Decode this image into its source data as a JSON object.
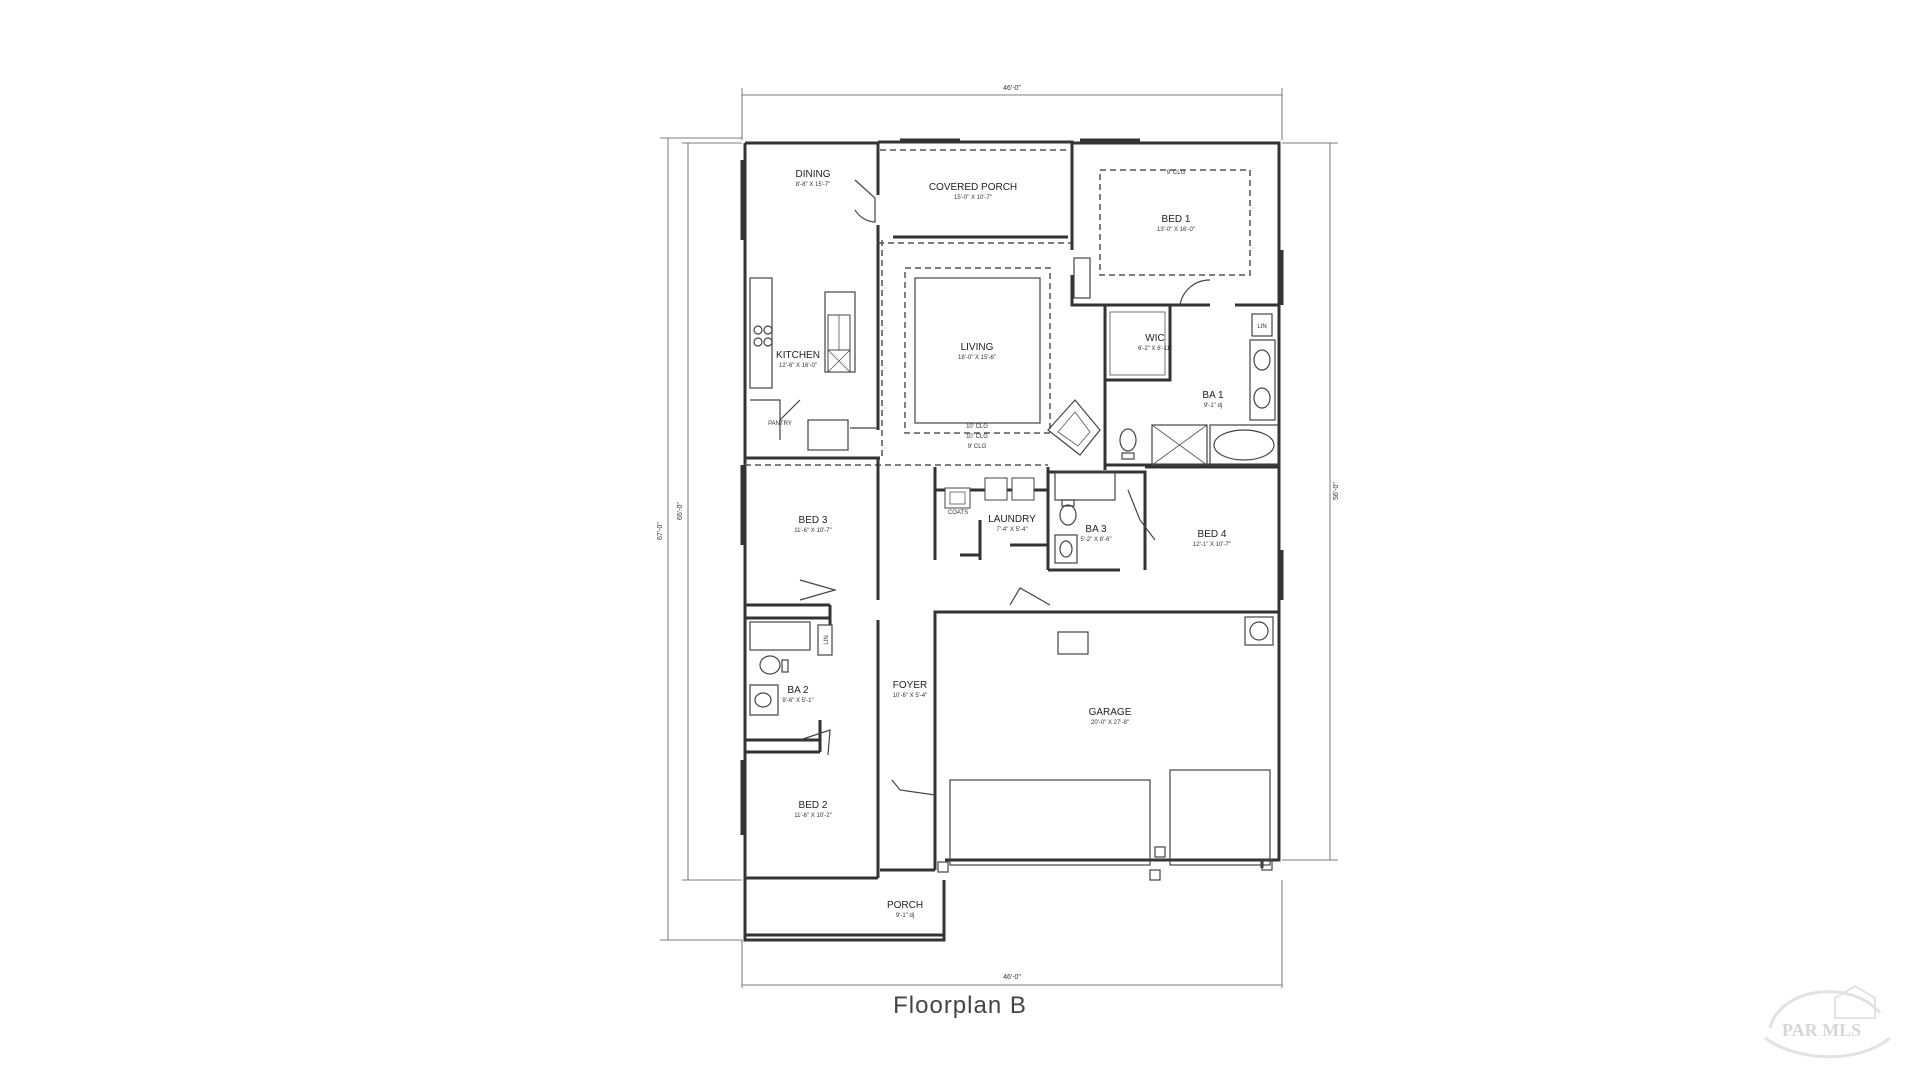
{
  "title": "Floorplan B",
  "dimensions": {
    "top": "46'-0\"",
    "bottom": "46'-0\"",
    "left_outer": "67'-0\"",
    "left_inner": "65'-0\"",
    "right": "56'-0\""
  },
  "rooms": [
    {
      "id": "dining",
      "name": "DINING",
      "size": "8'-8\" X 15'-7\""
    },
    {
      "id": "covered-porch",
      "name": "COVERED PORCH",
      "size": "15'-0\" X 10'-7\""
    },
    {
      "id": "bed1",
      "name": "BED 1",
      "size": "13'-0\" X 16'-0\""
    },
    {
      "id": "kitchen",
      "name": "KITCHEN",
      "size": "12'-6\" X 16'-0\""
    },
    {
      "id": "living",
      "name": "LIVING",
      "size": "18'-0\" X 15'-6\""
    },
    {
      "id": "wic",
      "name": "WIC",
      "size": "6'-2\" X 6'-11\""
    },
    {
      "id": "ba1",
      "name": "BA 1",
      "size": "9'-1\" dj"
    },
    {
      "id": "pantry",
      "name": "PANTRY",
      "size": ""
    },
    {
      "id": "bed3",
      "name": "BED 3",
      "size": "11'-6\" X 10'-7\""
    },
    {
      "id": "laundry",
      "name": "LAUNDRY",
      "size": "7'-4\" X 5'-4\""
    },
    {
      "id": "coats",
      "name": "COATS",
      "size": ""
    },
    {
      "id": "ba3",
      "name": "BA 3",
      "size": "5'-2\" X 8'-6\""
    },
    {
      "id": "bed4",
      "name": "BED 4",
      "size": "12'-1\" X 10'-7\""
    },
    {
      "id": "ba2",
      "name": "BA 2",
      "size": "9'-6\" X 5'-1\""
    },
    {
      "id": "foyer",
      "name": "FOYER",
      "size": "10'-6\" X 5'-4\""
    },
    {
      "id": "garage",
      "name": "GARAGE",
      "size": "20'-0\" X 27'-8\""
    },
    {
      "id": "bed2",
      "name": "BED 2",
      "size": "11'-6\" X 10'-2\""
    },
    {
      "id": "porch",
      "name": "PORCH",
      "size": "9'-1\" dj"
    }
  ],
  "living_ceiling_notes": [
    "10' CLG",
    "10' CLG",
    "9' CLG"
  ],
  "bed1_ceiling_note": "9' CLG",
  "linen_label": "LIN",
  "watermark": "PAR MLS"
}
